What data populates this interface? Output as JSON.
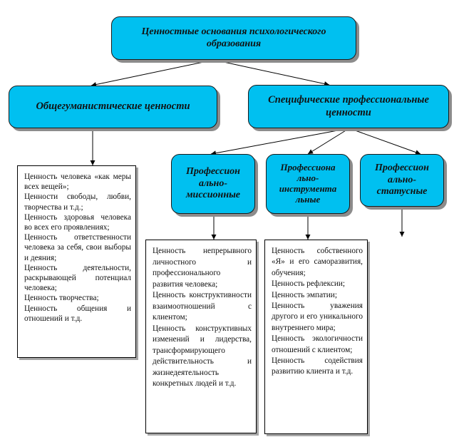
{
  "diagram": {
    "root": {
      "lines": [
        "Ценностные основания психологического",
        "образования"
      ]
    },
    "general": {
      "lines": [
        "Общегуманистические ценности"
      ]
    },
    "specific": {
      "lines": [
        "Специфические профессиональные",
        "ценности"
      ]
    },
    "mission": {
      "lines": [
        "Профессион",
        "ально-",
        "миссионные"
      ]
    },
    "instrumental": {
      "lines": [
        "Профессиона",
        "льно-",
        "инструмента",
        "льные"
      ]
    },
    "status": {
      "lines": [
        "Профессион",
        "ально-",
        "статусные"
      ]
    },
    "general_values": [
      "Ценность человека «как меры всех вещей»;",
      "Ценности свободы, любви, творчества и т.д.;",
      "Ценность здоровья человека во всех его проявлениях;",
      "Ценность ответственности человека за себя, свои выборы и деяния;",
      "Ценность деятельности, раскрывающей потенциал человека;",
      "Ценность творчества;",
      "Ценность общения и отношений и т.д."
    ],
    "mission_values": [
      "Ценность непрерывного личностного и профессионального развития человека;",
      "Ценность конструктивности взаимоотношений с клиентом;",
      "Ценность конструктивных изменений и лидерства, трансформирующего действительность и жизнедеятельность конкретных людей и т.д."
    ],
    "instrumental_values": [
      "Ценность собственного «Я» и его саморазвития, обучения;",
      "Ценность рефлексии;",
      "Ценность эмпатии;",
      "Ценность уважения другого и его уникального внутреннего мира;",
      "Ценность экологичности отношений с клиентом;",
      "Ценность содействия развитию клиента и т.д."
    ]
  }
}
